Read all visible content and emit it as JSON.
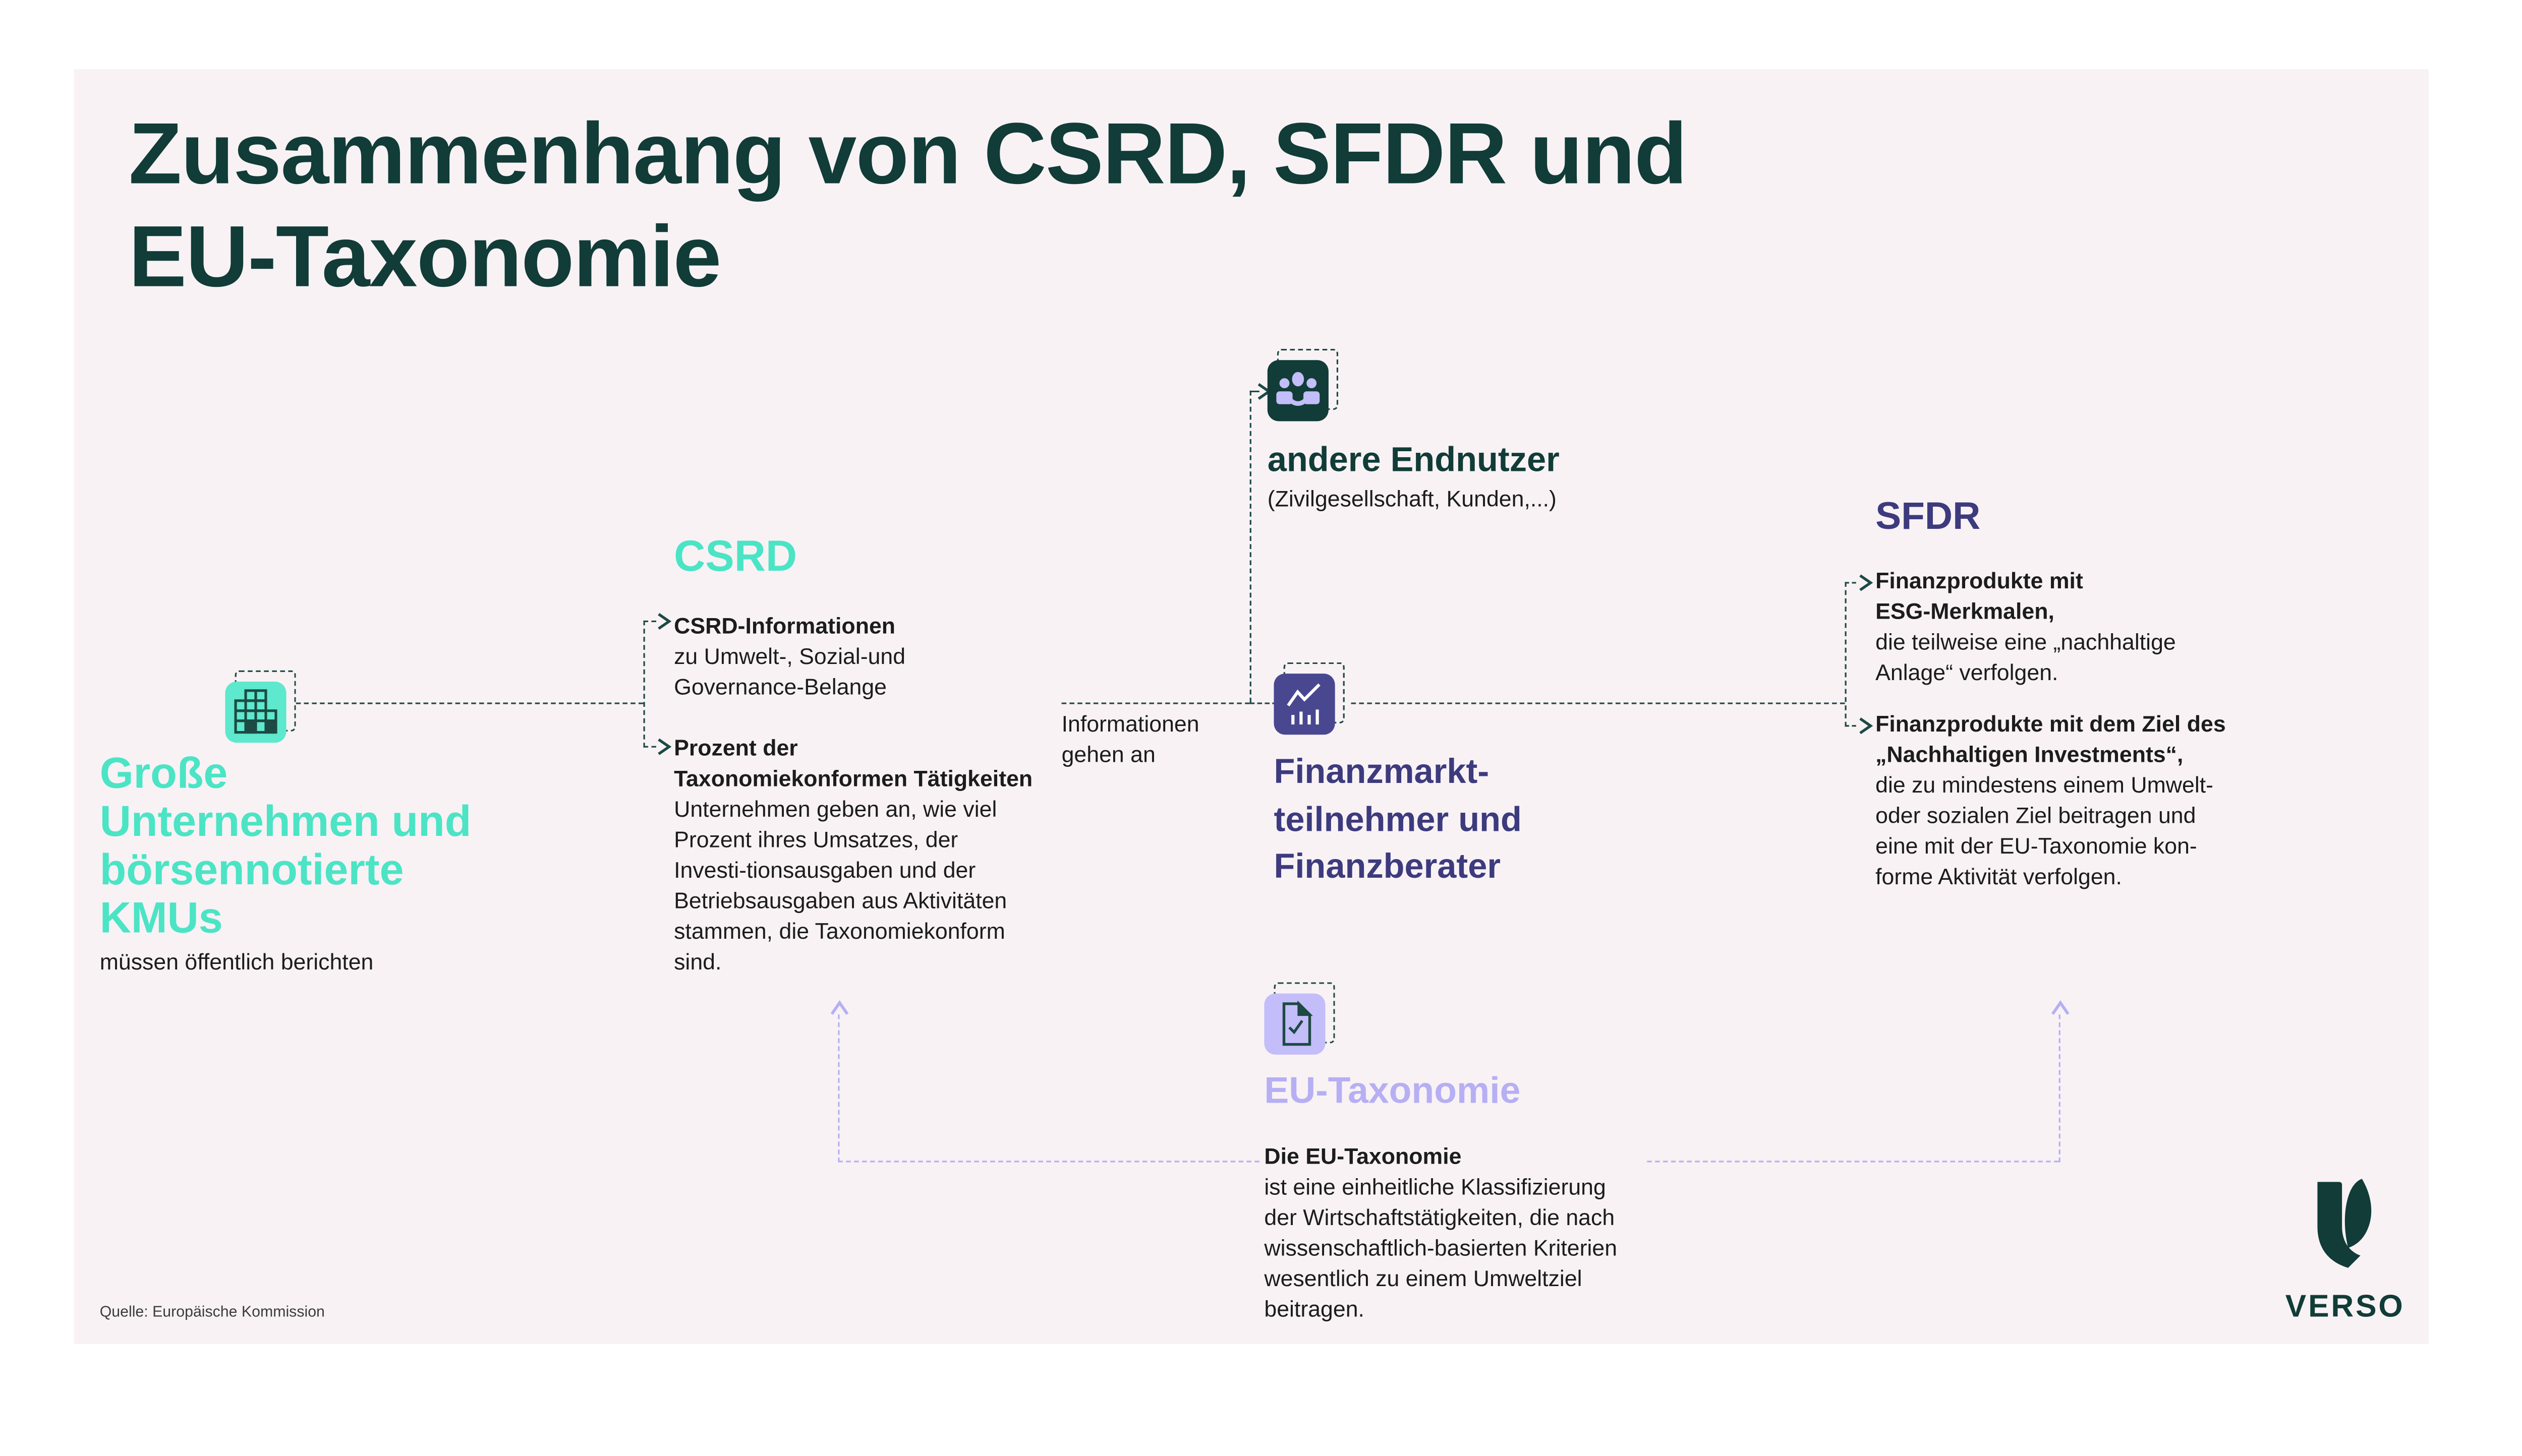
{
  "title": "Zusammenhang von CSRD, SFDR und\nEU-Taxonomie",
  "company": {
    "icon": "building-icon",
    "heading": "Große\nUnternehmen und\nbörsennotierte\nKMUs",
    "subtext": "müssen öffentlich berichten"
  },
  "csrd": {
    "heading": "CSRD",
    "b1_bold": "CSRD-Informationen",
    "b1_text": "zu Umwelt-, Sozial-und\nGovernance-Belange",
    "b2_bold": "Prozent der\nTaxonomiekonformen Tätigkeiten",
    "b2_text": "Unternehmen geben an, wie viel\nProzent ihres Umsatzes, der\nInvesti-tionsausgaben und der\nBetriebsausgaben aus Aktivitäten\nstammen, die Taxonomiekonform\nsind."
  },
  "flow_label": "Informationen\ngehen an",
  "endnutzer": {
    "icon": "people-icon",
    "heading": "andere Endnutzer",
    "subtext": "(Zivilgesellschaft, Kunden,...)"
  },
  "finanzmarkt": {
    "icon": "chart-icon",
    "heading": "Finanzmarkt-\nteilnehmer und\nFinanzberater"
  },
  "sfdr": {
    "heading": "SFDR",
    "b1_bold": "Finanzprodukte mit\nESG-Merkmalen,",
    "b1_text": "die teilweise eine „nachhaltige\nAnlage“ verfolgen.",
    "b2_bold": "Finanzprodukte mit dem Ziel des\n„Nachhaltigen Investments“,",
    "b2_text": "die zu mindestens einem Umwelt-\noder sozialen Ziel beitragen und\neine mit der EU-Taxonomie kon-\nforme Aktivität verfolgen."
  },
  "eu_taxonomie": {
    "icon": "document-check-icon",
    "heading": "EU-Taxonomie",
    "bold": "Die EU-Taxonomie",
    "text": "ist eine einheitliche Klassifizierung\nder Wirtschaftstätigkeiten, die nach\nwissenschaftlich-basierten Kriterien\nwesentlich zu einem Umweltziel\nbeitragen."
  },
  "source": "Quelle: Europäische Kommission",
  "logo": {
    "text": "VERSO"
  },
  "colors": {
    "background": "#ffffff",
    "panel": "#f8f2f5",
    "dark_teal": "#113c37",
    "teal": "#4be4c5",
    "teal_icon_bg": "#5ee8cd",
    "indigo": "#3d3b7e",
    "indigo_icon_bg": "#4a4791",
    "lavender": "#b6aff4",
    "lavender_icon_bg": "#c3bdfa",
    "line_dark": "#1d4a44",
    "ink": "#1c1c1c"
  }
}
